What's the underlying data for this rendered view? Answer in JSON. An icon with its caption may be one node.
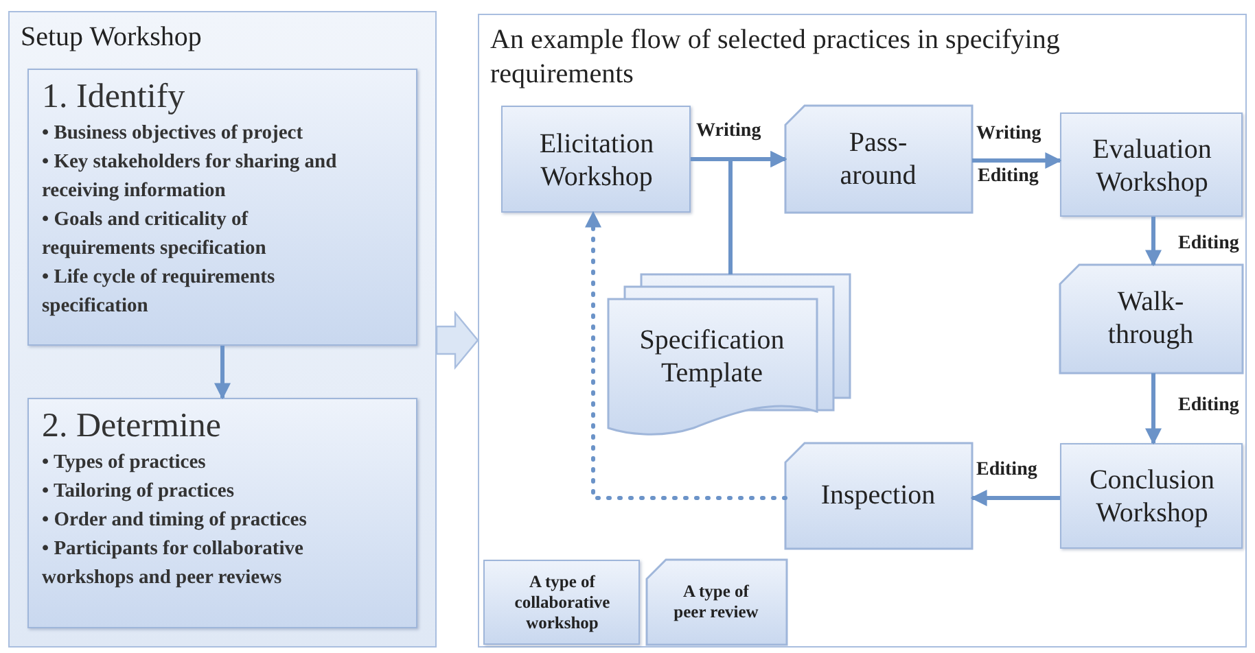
{
  "diagram": {
    "nodes": [
      {
        "text": [
          "Setup Workshop"
        ]
      },
      {
        "text": [
          "1. Identify",
          "• Business objectives of project",
          "• Key stakeholders for sharing and receiving information",
          "• Goals and criticality of requirements specification",
          "• Life cycle of requirements specification"
        ],
        "in": 0
      },
      {
        "text": [
          "2. Determine",
          "• Types of practices",
          "• Tailoring of practices",
          "• Order and timing of practices",
          "• Participants for collaborative workshops and peer reviews"
        ],
        "in": 0
      },
      {
        "text": [
          "An example flow of selected practices in specifying requirements"
        ]
      },
      {
        "text": [
          "Elicitation Workshop"
        ],
        "in": 3
      },
      {
        "text": [
          "Pass- around"
        ],
        "in": 3
      },
      {
        "text": [
          "Evaluation Workshop"
        ],
        "in": 3
      },
      {
        "text": [
          "Specification Template"
        ],
        "in": 3
      },
      {
        "text": [
          "Walk- through"
        ],
        "in": 3
      },
      {
        "text": [
          "Conclusion Workshop"
        ],
        "in": 3
      },
      {
        "text": [
          "Inspection"
        ],
        "in": 3
      },
      {
        "text": [
          "A type of collaborative workshop"
        ],
        "in": 3
      },
      {
        "text": [
          "A type of peer review"
        ],
        "in": 3
      }
    ],
    "edges": [
      {
        "from": 1,
        "to": 2,
        "arrow": "to"
      },
      {
        "from": 0,
        "to": 3,
        "arrow": "to",
        "style": "thick"
      },
      {
        "from": 4,
        "to": 5,
        "arrow": "to",
        "label": "Writing"
      },
      {
        "from": 7,
        "to": 5,
        "arrow": "to"
      },
      {
        "from": 5,
        "to": 6,
        "arrow": "to",
        "label": "Writing"
      },
      {
        "from": 6,
        "to": 8,
        "arrow": "to",
        "label": "Editing"
      },
      {
        "from": 8,
        "to": 9,
        "arrow": "to",
        "label": "Editing"
      },
      {
        "from": 9,
        "to": 10,
        "arrow": "to",
        "label": "Editing"
      },
      {
        "from": 10,
        "to": 4,
        "arrow": "to",
        "style": "dashed"
      }
    ],
    "labels": [
      "Editing"
    ]
  }
}
